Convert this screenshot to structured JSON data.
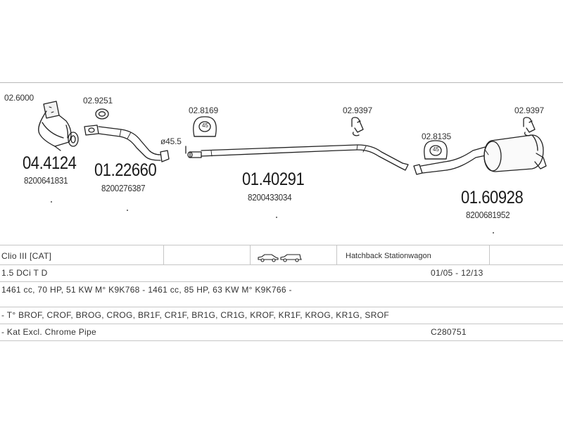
{
  "parts": {
    "p1": {
      "small": "02.6000"
    },
    "p2": {
      "small": "02.9251"
    },
    "p3": {
      "small": "02.8169",
      "ring": "45"
    },
    "p4": {
      "small": "02.9397"
    },
    "p5": {
      "small": "02.8135",
      "ring": "45"
    },
    "p6": {
      "small": "02.9397"
    },
    "diameter": "ø45.5",
    "sec1": {
      "number": "04.4124",
      "oem": "8200641831"
    },
    "sec2": {
      "number": "01.22660",
      "oem": "8200276387"
    },
    "sec3": {
      "number": "01.40291",
      "oem": "8200433034"
    },
    "sec4": {
      "number": "01.60928",
      "oem": "8200681952"
    }
  },
  "table": {
    "model": "Clio III  [CAT]",
    "body_types": "Hatchback Stationwagon",
    "engine": "1.5 DCi T D",
    "years": "01/05 - 12/13",
    "specs": "1461 cc, 70 HP, 51 KW M° K9K768 - 1461 cc, 85 HP, 63 KW M° K9K766 -",
    "types": "- T° BROF, CROF, BROG, CROG, BR1F, CR1F, BR1G, CR1G, KROF, KR1F, KROG, KR1G, SROF",
    "note": "- Kat Excl. Chrome Pipe",
    "code": "C280751"
  },
  "icons": [
    "hatchback-car-icon",
    "stationwagon-car-icon"
  ]
}
